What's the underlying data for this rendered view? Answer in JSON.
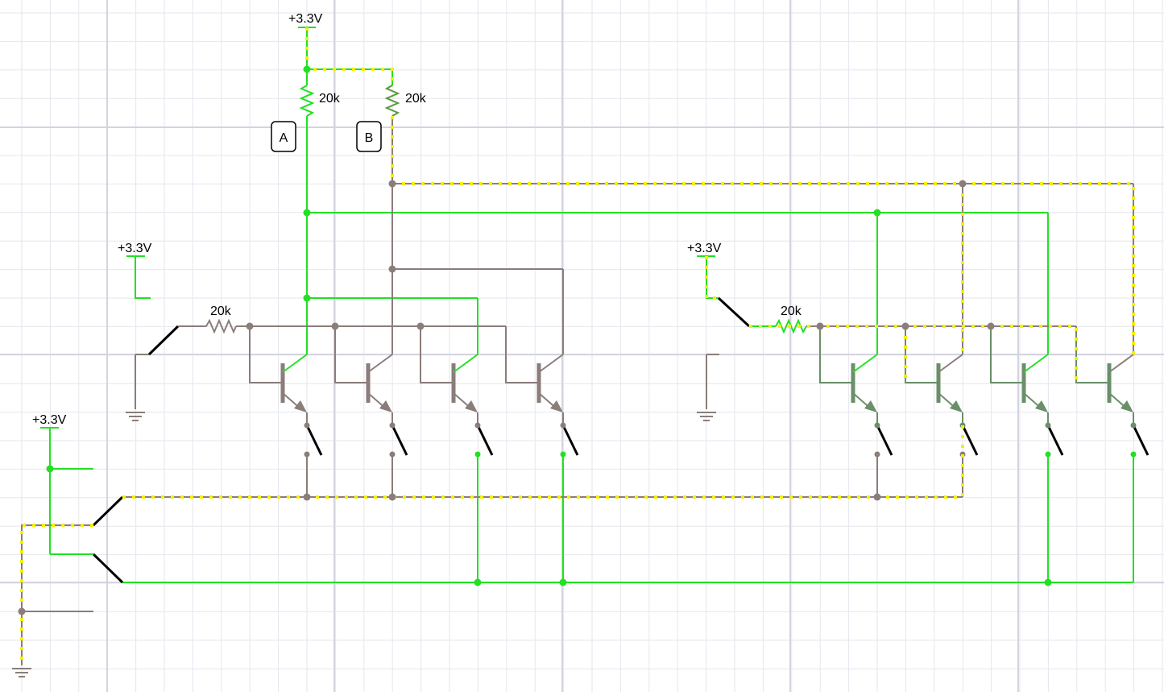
{
  "supply_labels": [
    "+3.3V",
    "+3.3V",
    "+3.3V",
    "+3.3V"
  ],
  "resistors": [
    "20k",
    "20k",
    "20k",
    "20k"
  ],
  "outputs": [
    "A",
    "B"
  ],
  "colors": {
    "live_wire": "#22e022",
    "dead_wire": "#8a7d7a",
    "current_flow": "#f5f000",
    "switch": "#000000",
    "grid_minor": "#e6e6ee",
    "grid_major": "#d4d4e0"
  }
}
